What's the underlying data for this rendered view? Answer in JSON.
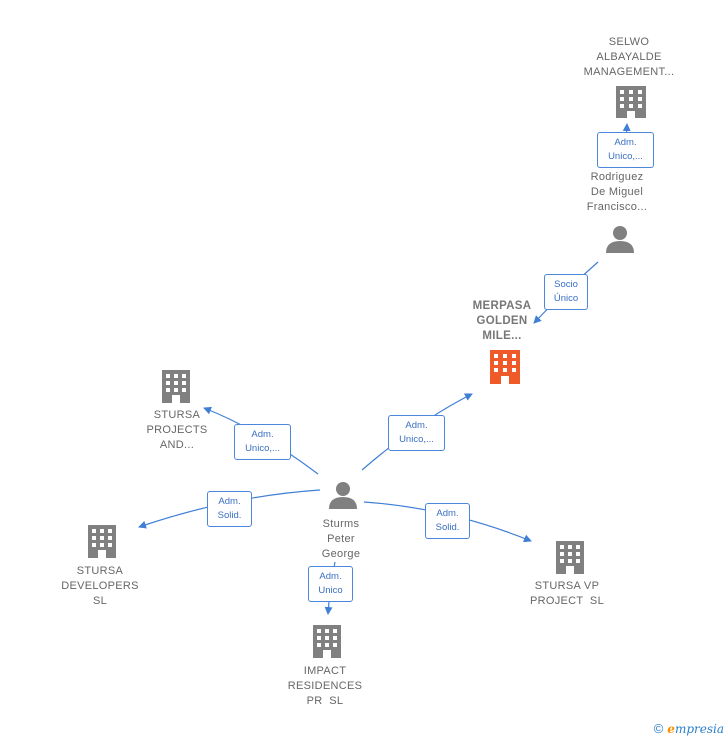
{
  "colors": {
    "edge": "#3f7fd6",
    "building": "#808080",
    "building_main": "#f05a28",
    "person": "#808080"
  },
  "nodes": {
    "selwo": {
      "label_lines": [
        "SELWO",
        "ALBAYALDE",
        "MANAGEMENT..."
      ],
      "icon": "building-icon"
    },
    "rodriguez": {
      "label_lines": [
        "Rodriguez",
        "De Miguel",
        "Francisco..."
      ],
      "icon": "person-icon"
    },
    "merpasa": {
      "label_lines": [
        "MERPASA",
        "GOLDEN",
        "MILE..."
      ],
      "icon": "building-icon"
    },
    "stursa_projects": {
      "label_lines": [
        "STURSA",
        "PROJECTS",
        "AND..."
      ],
      "icon": "building-icon"
    },
    "sturms": {
      "label_lines": [
        "Sturms",
        "Peter",
        "George"
      ],
      "icon": "person-icon"
    },
    "stursa_developers": {
      "label_lines": [
        "STURSA",
        "DEVELOPERS",
        "SL"
      ],
      "icon": "building-icon"
    },
    "stursa_vp": {
      "label_lines": [
        "STURSA VP",
        "PROJECT  SL"
      ],
      "icon": "building-icon"
    },
    "impact": {
      "label_lines": [
        "IMPACT",
        "RESIDENCES",
        "PR  SL"
      ],
      "icon": "building-icon"
    }
  },
  "edges": {
    "e1": {
      "lines": [
        "Adm.",
        "Unico,..."
      ]
    },
    "e2": {
      "lines": [
        "Socio",
        "Único"
      ]
    },
    "e3": {
      "lines": [
        "Adm.",
        "Unico,..."
      ]
    },
    "e4": {
      "lines": [
        "Adm.",
        "Unico,..."
      ]
    },
    "e5": {
      "lines": [
        "Adm.",
        "Solid."
      ]
    },
    "e6": {
      "lines": [
        "Adm.",
        "Solid."
      ]
    },
    "e7": {
      "lines": [
        "Adm.",
        "Unico"
      ]
    }
  },
  "footer": {
    "copyright": "©",
    "brand_first": "e",
    "brand_rest": "mpresia"
  }
}
